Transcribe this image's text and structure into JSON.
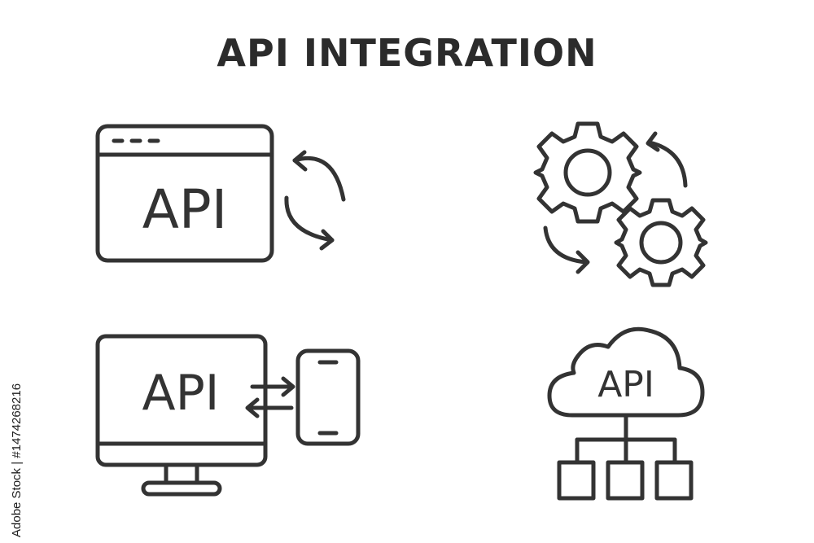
{
  "title": "API INTEGRATION",
  "icons": {
    "browser_label": "API",
    "desktop_label": "API",
    "cloud_label": "API"
  },
  "watermark": "Adobe Stock | #1474268216",
  "colors": {
    "stroke": "#333333",
    "background": "#ffffff"
  }
}
